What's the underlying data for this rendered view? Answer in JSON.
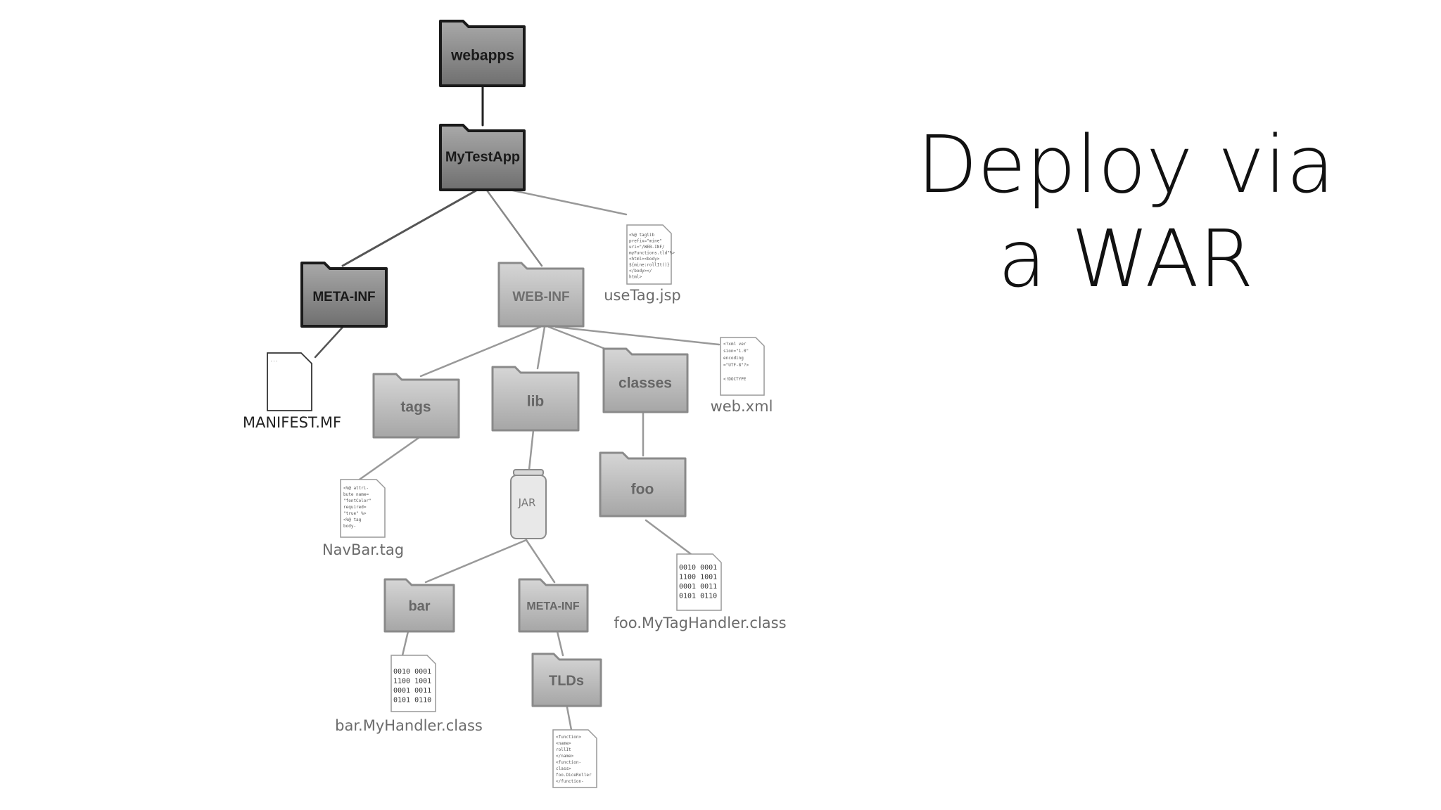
{
  "slide": {
    "title_line1": "Deploy via",
    "title_line2": "a WAR"
  },
  "diagram": {
    "folders": {
      "webapps": "webapps",
      "mytestapp": "MyTestApp",
      "meta_inf": "META-INF",
      "web_inf": "WEB-INF",
      "tags": "tags",
      "lib": "lib",
      "classes": "classes",
      "foo": "foo",
      "bar": "bar",
      "jar_meta_inf": "META-INF",
      "tlds": "TLDs"
    },
    "files": {
      "usetag_jsp": "useTag.jsp",
      "manifest": "MANIFEST.MF",
      "web_xml": "web.xml",
      "navbar_tag": "NavBar.tag",
      "foo_class": "foo.MyTagHandler.class",
      "bar_class": "bar.MyHandler.class"
    },
    "jar_label": "JAR",
    "binary_lines": [
      "0010 0001",
      "1100 1001",
      "0001 0011",
      "0101 0110"
    ],
    "jsp_lines": [
      "<%@ taglib",
      "prefix=\"mine\"",
      "uri=\"/WEB-INF/",
      "myFunctions.tld\"%>",
      "<html><body>",
      "${mine:rollIt()}",
      "</body></",
      "html>"
    ],
    "webxml_lines": [
      "<?xml ver",
      "sion=\"1.0\"",
      "encoding",
      "=\"UTF-8\"?>",
      "",
      "<!DOCTYPE"
    ],
    "tag_lines": [
      "<%@ attri-",
      "bute name=",
      "\"fontColor\"",
      "required=",
      "\"true\" %>",
      "<%@ tag",
      "body-"
    ],
    "tld_lines": [
      "<function>",
      "<name>",
      "rollIt",
      "</name>",
      "<function-",
      "class>",
      "foo.DiceRoller",
      "</function-"
    ],
    "manifest_lines": [
      "..."
    ]
  }
}
